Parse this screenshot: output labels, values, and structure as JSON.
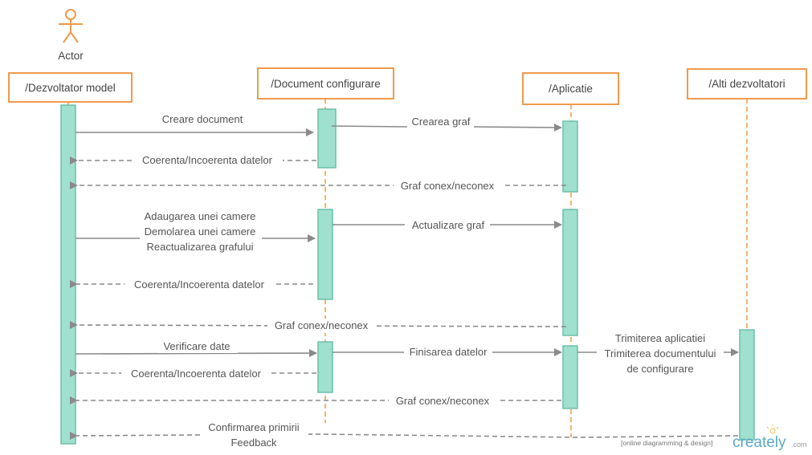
{
  "actor": {
    "label": "Actor"
  },
  "lifelines": [
    {
      "id": "dezvoltator",
      "label": "/Dezvoltator model"
    },
    {
      "id": "document",
      "label": "/Document configurare"
    },
    {
      "id": "aplicatie",
      "label": "/Aplicatie"
    },
    {
      "id": "alti",
      "label": "/Alti dezvoltatori"
    }
  ],
  "messages": [
    {
      "id": "m1",
      "lines": [
        "Creare document"
      ]
    },
    {
      "id": "m2",
      "lines": [
        "Crearea graf"
      ]
    },
    {
      "id": "m3",
      "lines": [
        "Coerenta/Incoerenta datelor"
      ]
    },
    {
      "id": "m4",
      "lines": [
        "Graf conex/neconex"
      ]
    },
    {
      "id": "m5",
      "lines": [
        "Adaugarea unei camere",
        "Demolarea unei camere",
        "Reactualizarea grafului"
      ]
    },
    {
      "id": "m6",
      "lines": [
        "Actualizare graf"
      ]
    },
    {
      "id": "m7",
      "lines": [
        "Coerenta/Incoerenta datelor"
      ]
    },
    {
      "id": "m8",
      "lines": [
        "Graf conex/neconex"
      ]
    },
    {
      "id": "m9",
      "lines": [
        "Verificare date"
      ]
    },
    {
      "id": "m10",
      "lines": [
        "Finisarea datelor"
      ]
    },
    {
      "id": "m11",
      "lines": [
        "Trimiterea aplicatiei",
        "Trimiterea documentului",
        "de configurare"
      ]
    },
    {
      "id": "m12",
      "lines": [
        "Coerenta/Incoerenta datelor"
      ]
    },
    {
      "id": "m13",
      "lines": [
        "Graf conex/neconex"
      ]
    },
    {
      "id": "m14",
      "lines": [
        "Confirmarea primirii",
        "Feedback"
      ]
    }
  ],
  "watermark": {
    "tagline": "[online diagramming & design]",
    "logo": "creately",
    "domain": ".com"
  },
  "colors": {
    "box_border": "#ee9a4d",
    "lifeline": "#f0a050",
    "activation_fill": "#9fe0cf",
    "activation_border": "#6dbfa9",
    "arrow": "#8a8a8a",
    "actor": "#ee9a4d"
  }
}
